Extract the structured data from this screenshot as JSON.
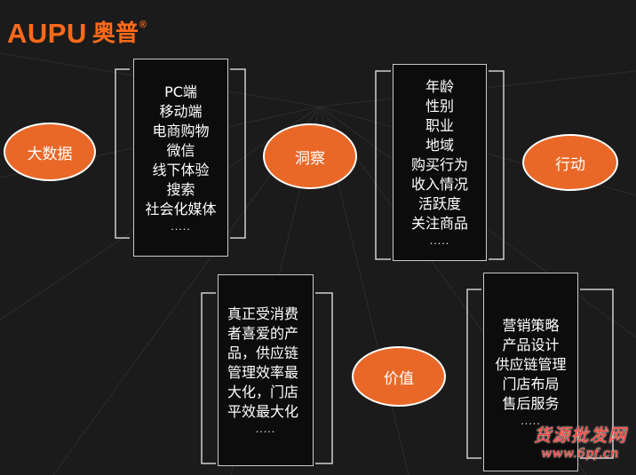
{
  "logo": {
    "word": "AUPU",
    "cn": "奥普",
    "reg": "®"
  },
  "nodes": {
    "big_data": "大数据",
    "insight": "洞察",
    "action": "行动",
    "value": "价值"
  },
  "boxes": {
    "channels": [
      "PC端",
      "移动端",
      "电商购物",
      "微信",
      "线下体验",
      "搜索",
      "社会化媒体"
    ],
    "attributes": [
      "年龄",
      "性别",
      "职业",
      "地域",
      "购买行为",
      "收入情况",
      "活跃度",
      "关注商品"
    ],
    "value_text": [
      "真正受消费",
      "者喜爱的产",
      "品，供应链",
      "管理效率最",
      "大化，门店",
      "平效最大化"
    ],
    "functions": [
      "营销策略",
      "产品设计",
      "供应链管理",
      "门店布局",
      "售后服务"
    ],
    "ellipsis": "....."
  },
  "watermark": {
    "main": "货源批发网",
    "url": "www.6pf.cn"
  },
  "colors": {
    "accent": "#e96828",
    "logo": "#ff6a1a",
    "background": "#1b1b1b",
    "watermark": "#ff3b2f"
  }
}
